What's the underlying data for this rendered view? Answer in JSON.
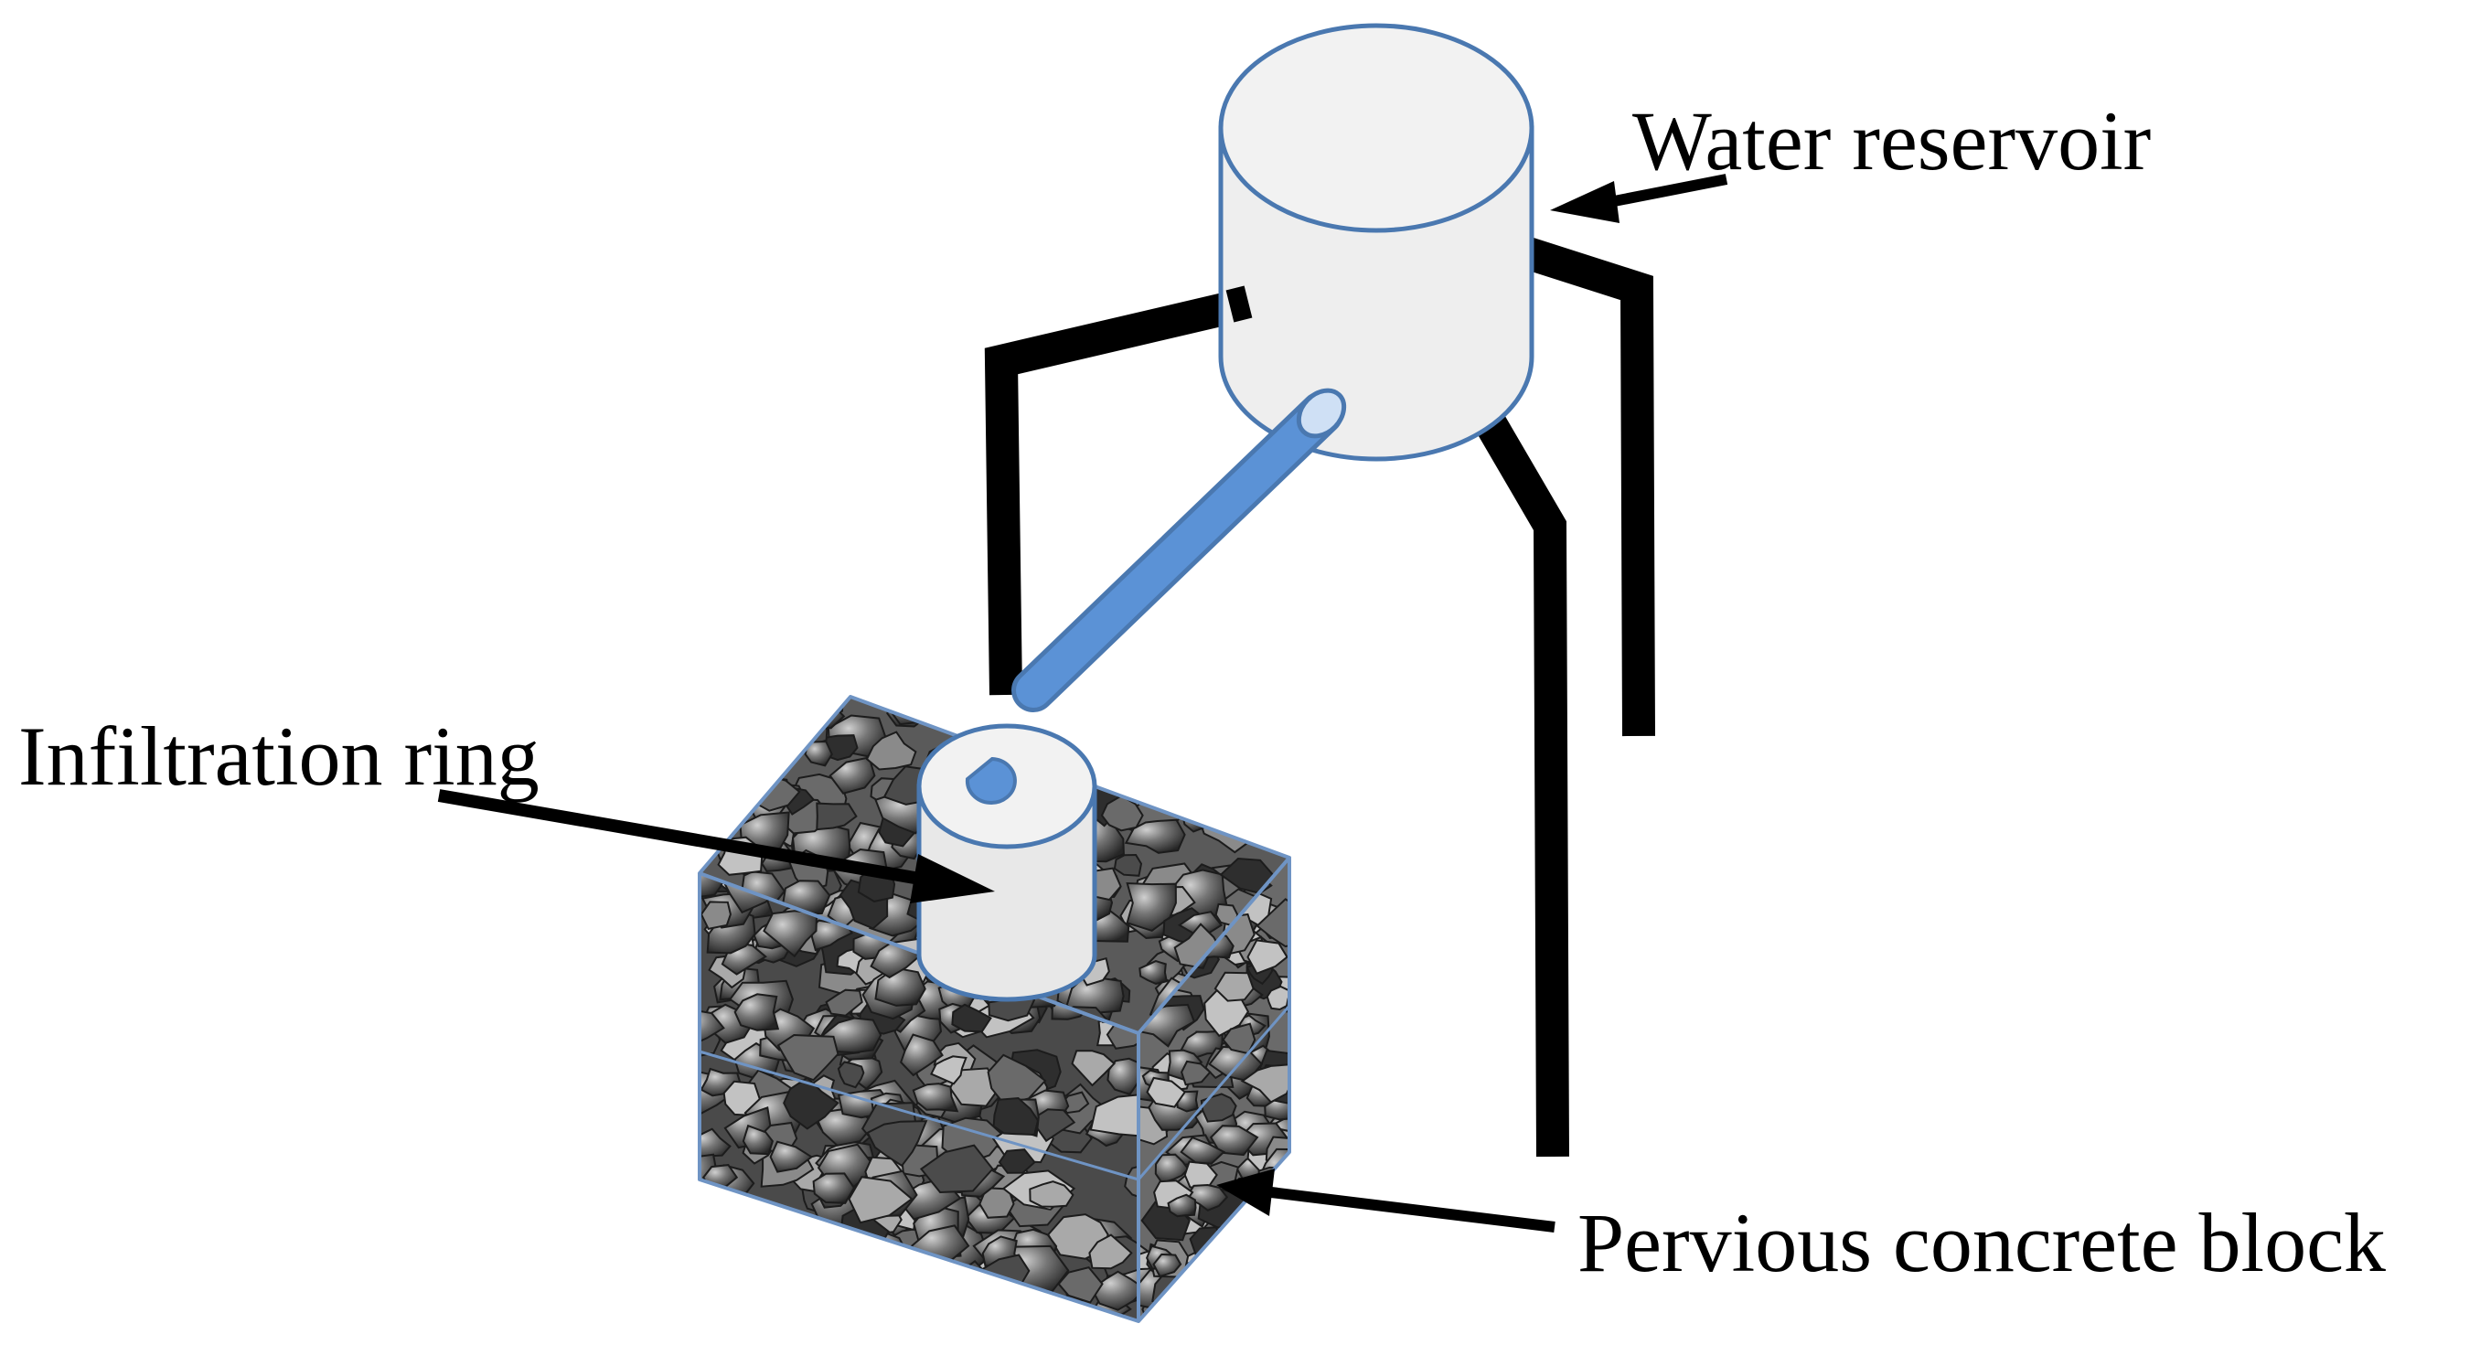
{
  "labels": {
    "water_reservoir": "Water reservoir",
    "infiltration_ring": "Infiltration ring",
    "pervious_concrete_block": "Pervious concrete block"
  },
  "colors": {
    "outline_blue": "#4a78b0",
    "tube_blue": "#5b92d6",
    "container_fill": "#eeeeee",
    "legs": "#000000",
    "aggregate_dark": "#3a3a3a",
    "aggregate_mid": "#6e6e6e",
    "aggregate_light": "#a8a8a8"
  }
}
